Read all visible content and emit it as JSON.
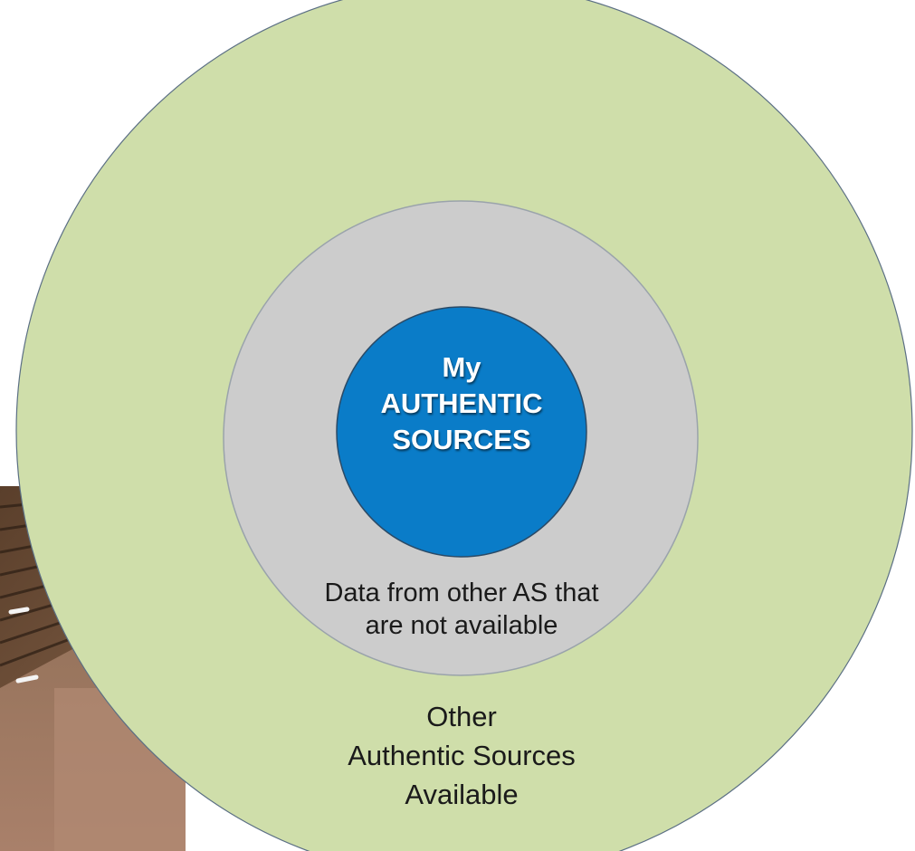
{
  "diagram": {
    "inner": {
      "lines": [
        "My",
        "AUTHENTIC",
        "SOURCES"
      ]
    },
    "middle": {
      "lines": [
        "Data from other AS that",
        "are not available"
      ]
    },
    "outer": {
      "lines": [
        "Other",
        "Authentic Sources",
        "Available"
      ]
    }
  },
  "colors": {
    "outer_fill": "#cfdeaa",
    "middle_fill": "#cccccc",
    "inner_fill": "#0a7cc8",
    "stroke": "#5b6f84"
  },
  "background_photo": {
    "description_icon": "ceiling-photo-icon"
  }
}
